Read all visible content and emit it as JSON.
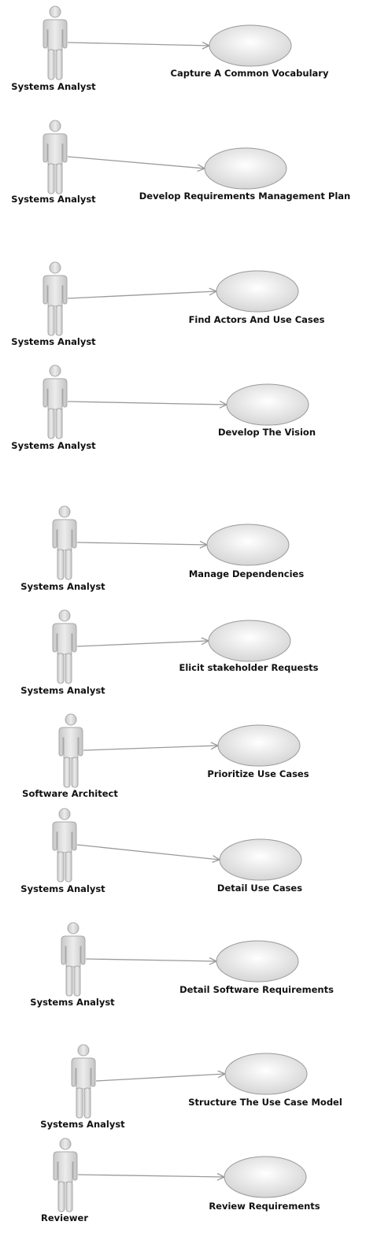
{
  "diagram": {
    "type": "use-case",
    "relationships": [
      {
        "actor": "Systems Analyst",
        "use_case": "Capture A Common Vocabulary"
      },
      {
        "actor": "Systems Analyst",
        "use_case": "Develop Requirements Management Plan"
      },
      {
        "actor": "Systems Analyst",
        "use_case": "Find Actors And Use Cases"
      },
      {
        "actor": "Systems Analyst",
        "use_case": "Develop The Vision"
      },
      {
        "actor": "Systems Analyst",
        "use_case": "Manage Dependencies"
      },
      {
        "actor": "Systems Analyst",
        "use_case": "Elicit stakeholder Requests"
      },
      {
        "actor": "Software Architect",
        "use_case": "Prioritize Use Cases"
      },
      {
        "actor": "Systems Analyst",
        "use_case": "Detail Use Cases"
      },
      {
        "actor": "Systems Analyst",
        "use_case": "Detail Software Requirements"
      },
      {
        "actor": "Systems Analyst",
        "use_case": "Structure The Use Case Model"
      },
      {
        "actor": "Reviewer",
        "use_case": "Review Requirements"
      }
    ]
  },
  "colors": {
    "actor_fill": "#d6d6d6",
    "actor_stroke": "#a8a8a8",
    "use_case_fill_center": "#ffffff",
    "use_case_fill_edge": "#d4d4d4",
    "use_case_stroke": "#9a9a9a",
    "association_line": "#9a9a9a",
    "label_text": "#111111"
  }
}
